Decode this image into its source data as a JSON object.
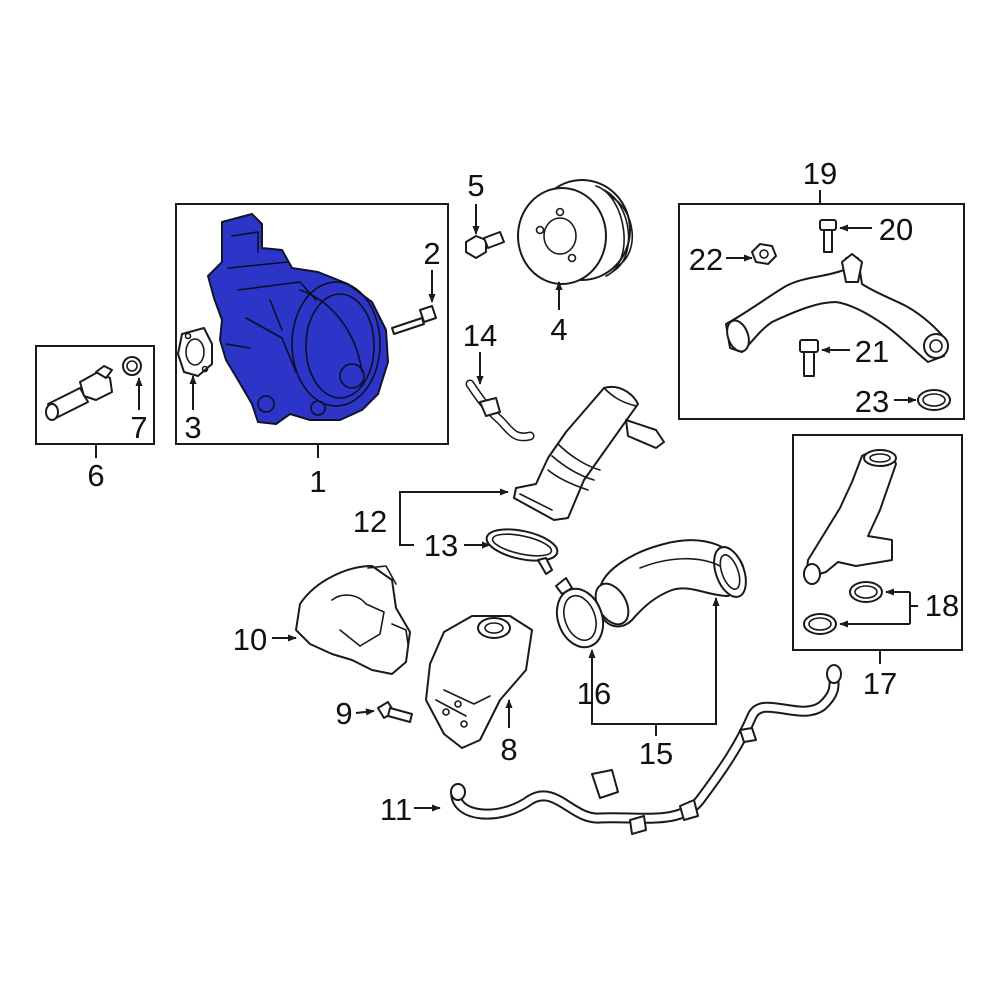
{
  "highlight_color": "#2d34c8",
  "callouts": {
    "c1": "1",
    "c2": "2",
    "c3": "3",
    "c4": "4",
    "c5": "5",
    "c6": "6",
    "c7": "7",
    "c8": "8",
    "c9": "9",
    "c10": "10",
    "c11": "11",
    "c12": "12",
    "c13": "13",
    "c14": "14",
    "c15": "15",
    "c16": "16",
    "c17": "17",
    "c18": "18",
    "c19": "19",
    "c20": "20",
    "c21": "21",
    "c22": "22",
    "c23": "23"
  }
}
